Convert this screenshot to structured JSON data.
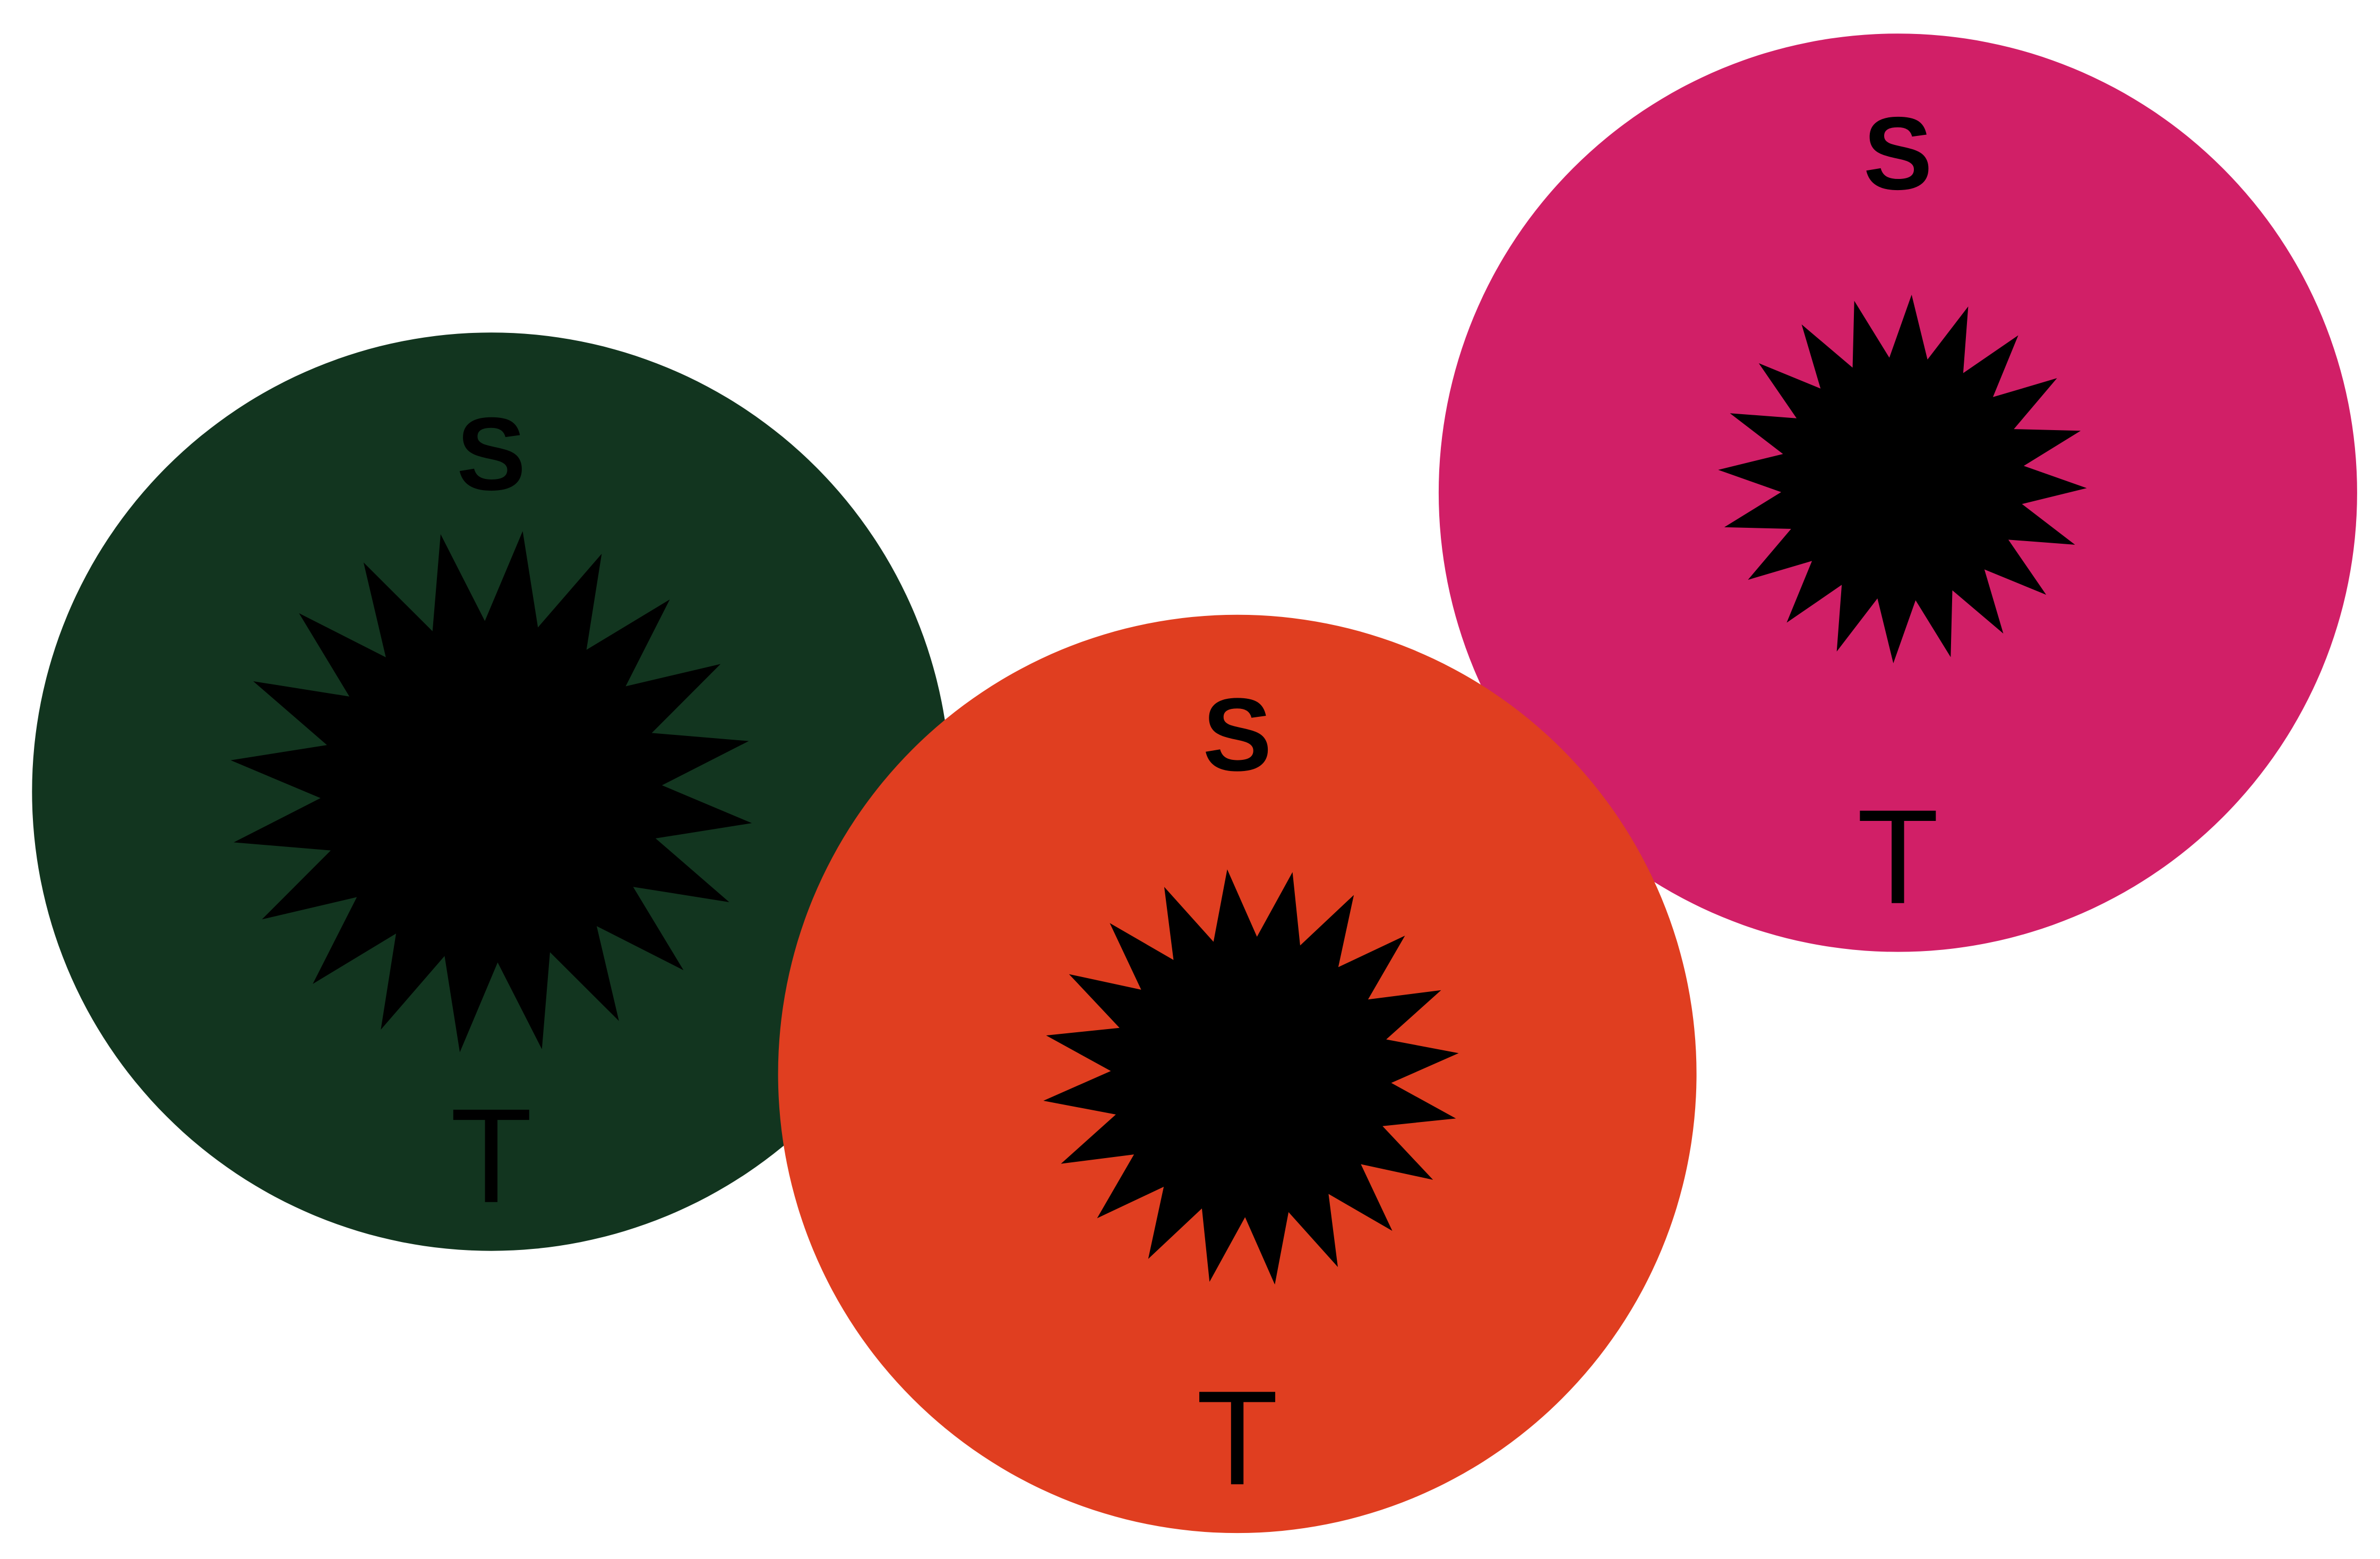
{
  "diagram": {
    "circles": [
      {
        "id": "green",
        "color": "#12351F",
        "top_label": "S",
        "bottom_label": "T",
        "burst_points": 20
      },
      {
        "id": "pink",
        "color": "#D11F67",
        "top_label": "S",
        "bottom_label": "T",
        "burst_points": 20
      },
      {
        "id": "orange",
        "color": "#E03E20",
        "top_label": "S",
        "bottom_label": "T",
        "burst_points": 20
      }
    ],
    "burst_color": "#000000"
  }
}
